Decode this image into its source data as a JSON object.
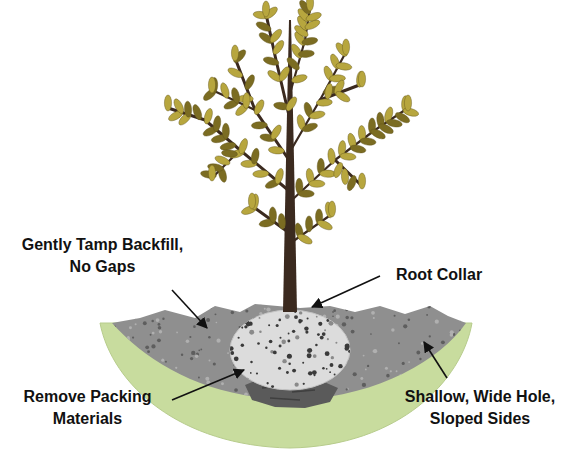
{
  "diagram": {
    "labels": [
      "Gently Tamp Backfill, No Gaps",
      "Root Collar",
      "Remove Packing Materials",
      "Shallow, Wide Hole, Sloped Sides"
    ]
  }
}
